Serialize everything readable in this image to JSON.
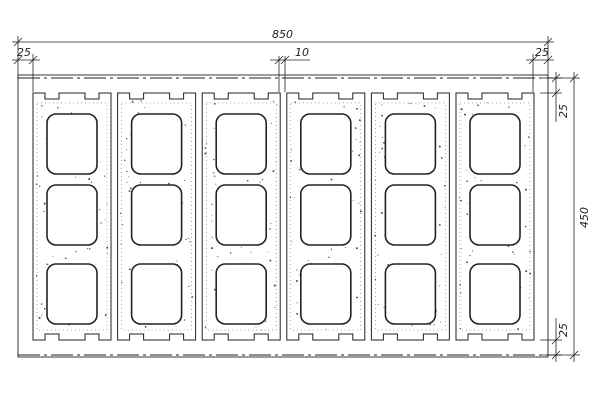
{
  "dimensions": {
    "overall_width": "850",
    "overall_height": "450",
    "left_offset": "25",
    "right_offset": "25",
    "joint_gap": "10",
    "top_offset": "25",
    "bottom_offset": "25"
  },
  "blocks": {
    "count": 6,
    "holes_per_block": 3
  },
  "colors": {
    "line": "#222222",
    "hatch": "#444444"
  }
}
